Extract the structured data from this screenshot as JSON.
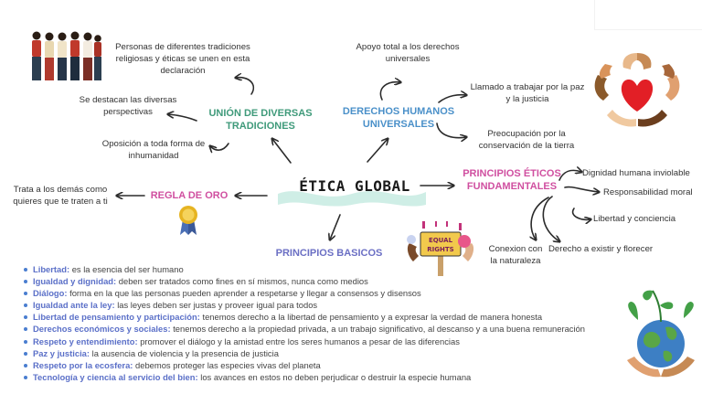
{
  "center": {
    "title": "ÉTICA GLOBAL"
  },
  "union": {
    "heading": "UNIÓN DE DIVERSAS TRADICIONES",
    "items": [
      "Personas de diferentes tradiciones religiosas y éticas se unen en esta declaración",
      "Se destacan las diversas perspectivas",
      "Oposición a toda forma de inhumanidad"
    ]
  },
  "derechos": {
    "heading": "DERECHOS HUMANOS UNIVERSALES",
    "items": [
      "Apoyo total a los derechos universales",
      "Llamado a trabajar por la paz y la justicia",
      "Preocupación por la conservación de la tierra"
    ]
  },
  "regla": {
    "heading": "REGLA DE ORO",
    "item": "Trata a los demás como quieres que te traten a ti"
  },
  "eticos": {
    "heading": "PRINCIPIOS ÉTICOS FUNDAMENTALES",
    "items": [
      "Dignidad humana inviolable",
      "Responsabilidad moral",
      "Libertad y conciencia",
      "Derecho a existir y florecer",
      "Conexion con la naturaleza"
    ]
  },
  "basicos": {
    "heading": "PRINCIPIOS BASICOS",
    "list": [
      {
        "term": "Libertad:",
        "desc": " es la esencia del ser humano"
      },
      {
        "term": "Igualdad y dignidad:",
        "desc": " deben ser tratados como fines en sí mismos, nunca como medios"
      },
      {
        "term": "Diálogo:",
        "desc": " forma en la que las personas pueden aprender a respetarse y llegar a consensos y disensos"
      },
      {
        "term": "Igualdad ante la ley:",
        "desc": " las leyes deben ser justas y proveer igual para todos"
      },
      {
        "term": "Libertad de pensamiento y participación:",
        "desc": " tenemos derecho a la libertad de pensamiento y a expresar la verdad de manera honesta"
      },
      {
        "term": "Derechos económicos y sociales:",
        "desc": " tenemos derecho a la propiedad privada, a un trabajo significativo, al descanso y a una buena remuneración"
      },
      {
        "term": "Respeto y entendimiento:",
        "desc": " promover el diálogo y la amistad entre los seres humanos a pesar de las diferencias"
      },
      {
        "term": "Paz y justicia:",
        "desc": " la ausencia de violencia y la presencia de justicia"
      },
      {
        "term": "Respeto por la ecosfera:",
        "desc": " debemos proteger las especies vivas del planeta"
      },
      {
        "term": "Tecnología y ciencia al servicio del bien:",
        "desc": " los avances en estos no deben perjudicar o destruir la especie humana"
      }
    ]
  },
  "sign": {
    "line1": "EQUAL",
    "line2": "RIGHTS"
  },
  "colors": {
    "green": "#3f9a7a",
    "blue": "#4a90c9",
    "pink": "#d04fa0",
    "purple": "#6b6fc4",
    "wave": "#cfeee6"
  },
  "icons": [
    "people-illustration",
    "hands-heart-icon",
    "medal-icon",
    "equal-rights-sign-icon",
    "earth-plants-icon"
  ]
}
